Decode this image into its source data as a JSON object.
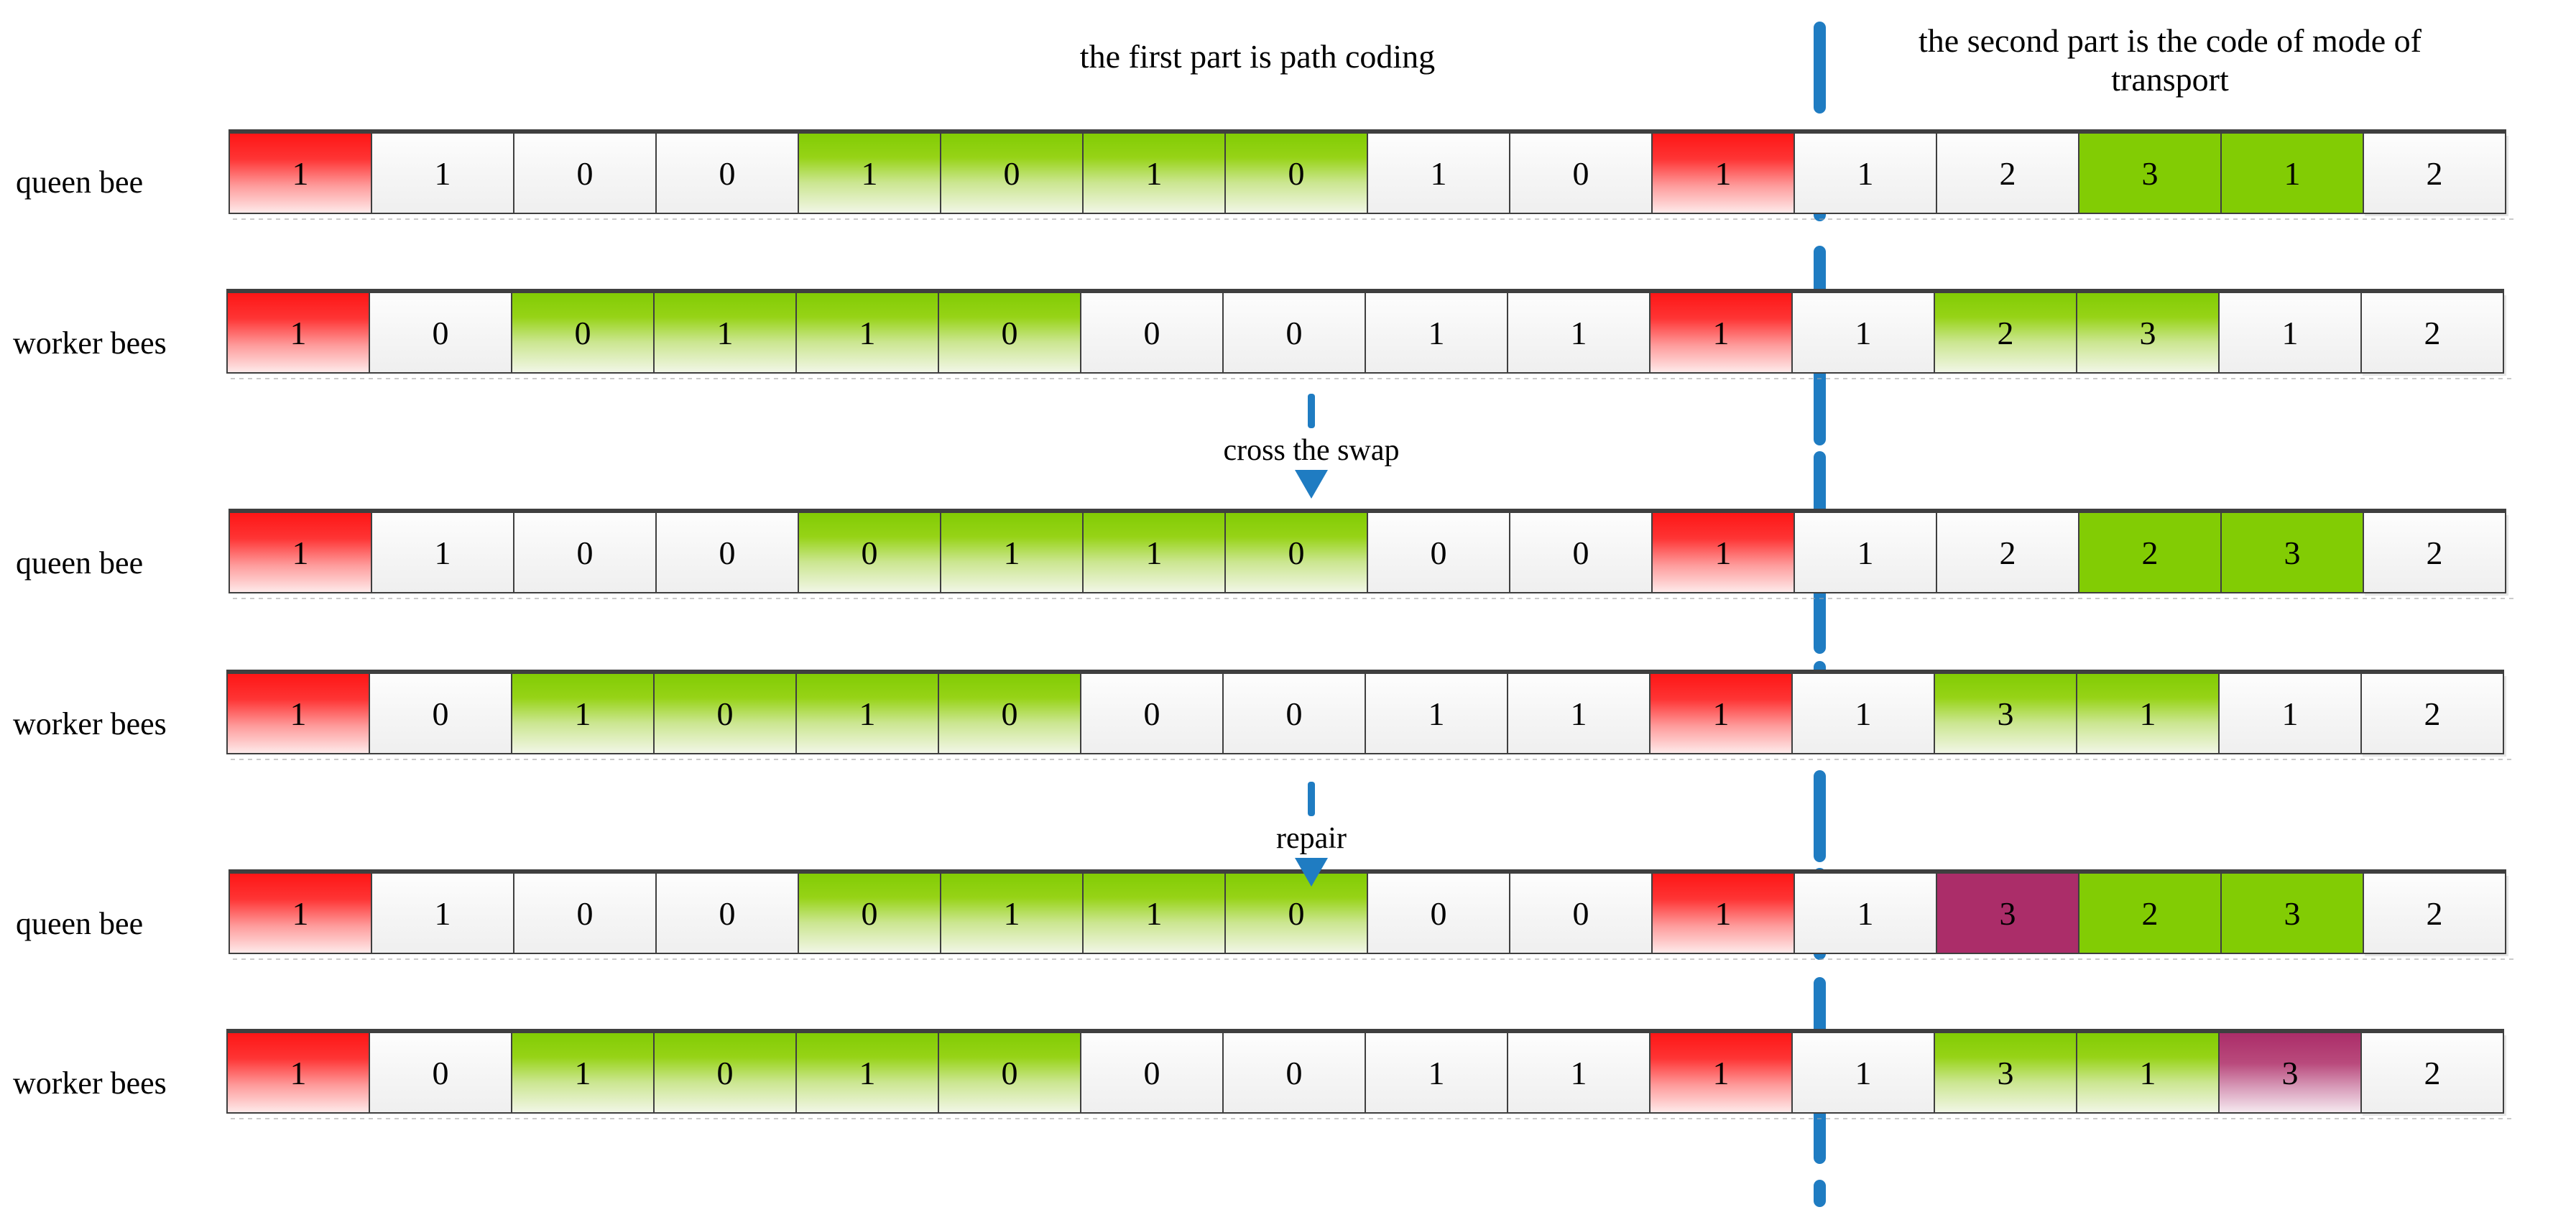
{
  "titles": {
    "first_part": "the first part is path coding",
    "second_part": "the second part is the code of mode of transport"
  },
  "steps": [
    {
      "label": "cross the swap"
    },
    {
      "label": "repair"
    }
  ],
  "colors": {
    "red": "#fe1616",
    "green": "#82cc04",
    "magenta": "#ab2d69",
    "divider_blue": "#1f7cc2",
    "cell_border": "#3f3f3f"
  },
  "rows": [
    {
      "label": "queen bee",
      "cells": [
        {
          "value": "1",
          "fill": "red"
        },
        {
          "value": "1",
          "fill": "white"
        },
        {
          "value": "0",
          "fill": "white"
        },
        {
          "value": "0",
          "fill": "white"
        },
        {
          "value": "1",
          "fill": "green"
        },
        {
          "value": "0",
          "fill": "green"
        },
        {
          "value": "1",
          "fill": "green"
        },
        {
          "value": "0",
          "fill": "green"
        },
        {
          "value": "1",
          "fill": "white"
        },
        {
          "value": "0",
          "fill": "white"
        },
        {
          "value": "1",
          "fill": "red"
        },
        {
          "value": "1",
          "fill": "white"
        },
        {
          "value": "2",
          "fill": "white"
        },
        {
          "value": "3",
          "fill": "green-solid"
        },
        {
          "value": "1",
          "fill": "green-solid"
        },
        {
          "value": "2",
          "fill": "white"
        }
      ]
    },
    {
      "label": "worker bees",
      "cells": [
        {
          "value": "1",
          "fill": "red"
        },
        {
          "value": "0",
          "fill": "white"
        },
        {
          "value": "0",
          "fill": "green"
        },
        {
          "value": "1",
          "fill": "green"
        },
        {
          "value": "1",
          "fill": "green"
        },
        {
          "value": "0",
          "fill": "green"
        },
        {
          "value": "0",
          "fill": "white"
        },
        {
          "value": "0",
          "fill": "white"
        },
        {
          "value": "1",
          "fill": "white"
        },
        {
          "value": "1",
          "fill": "white"
        },
        {
          "value": "1",
          "fill": "red"
        },
        {
          "value": "1",
          "fill": "white"
        },
        {
          "value": "2",
          "fill": "green"
        },
        {
          "value": "3",
          "fill": "green"
        },
        {
          "value": "1",
          "fill": "white"
        },
        {
          "value": "2",
          "fill": "white"
        }
      ]
    },
    {
      "label": "queen bee",
      "cells": [
        {
          "value": "1",
          "fill": "red"
        },
        {
          "value": "1",
          "fill": "white"
        },
        {
          "value": "0",
          "fill": "white"
        },
        {
          "value": "0",
          "fill": "white"
        },
        {
          "value": "0",
          "fill": "green"
        },
        {
          "value": "1",
          "fill": "green"
        },
        {
          "value": "1",
          "fill": "green"
        },
        {
          "value": "0",
          "fill": "green"
        },
        {
          "value": "0",
          "fill": "white"
        },
        {
          "value": "0",
          "fill": "white"
        },
        {
          "value": "1",
          "fill": "red"
        },
        {
          "value": "1",
          "fill": "white"
        },
        {
          "value": "2",
          "fill": "white"
        },
        {
          "value": "2",
          "fill": "green-solid"
        },
        {
          "value": "3",
          "fill": "green-solid"
        },
        {
          "value": "2",
          "fill": "white"
        }
      ]
    },
    {
      "label": "worker bees",
      "cells": [
        {
          "value": "1",
          "fill": "red"
        },
        {
          "value": "0",
          "fill": "white"
        },
        {
          "value": "1",
          "fill": "green"
        },
        {
          "value": "0",
          "fill": "green"
        },
        {
          "value": "1",
          "fill": "green"
        },
        {
          "value": "0",
          "fill": "green"
        },
        {
          "value": "0",
          "fill": "white"
        },
        {
          "value": "0",
          "fill": "white"
        },
        {
          "value": "1",
          "fill": "white"
        },
        {
          "value": "1",
          "fill": "white"
        },
        {
          "value": "1",
          "fill": "red"
        },
        {
          "value": "1",
          "fill": "white"
        },
        {
          "value": "3",
          "fill": "green"
        },
        {
          "value": "1",
          "fill": "green"
        },
        {
          "value": "1",
          "fill": "white"
        },
        {
          "value": "2",
          "fill": "white"
        }
      ]
    },
    {
      "label": "queen bee",
      "cells": [
        {
          "value": "1",
          "fill": "red"
        },
        {
          "value": "1",
          "fill": "white"
        },
        {
          "value": "0",
          "fill": "white"
        },
        {
          "value": "0",
          "fill": "white"
        },
        {
          "value": "0",
          "fill": "green"
        },
        {
          "value": "1",
          "fill": "green"
        },
        {
          "value": "1",
          "fill": "green"
        },
        {
          "value": "0",
          "fill": "green"
        },
        {
          "value": "0",
          "fill": "white"
        },
        {
          "value": "0",
          "fill": "white"
        },
        {
          "value": "1",
          "fill": "red"
        },
        {
          "value": "1",
          "fill": "white"
        },
        {
          "value": "3",
          "fill": "magenta-solid"
        },
        {
          "value": "2",
          "fill": "green-solid"
        },
        {
          "value": "3",
          "fill": "green-solid"
        },
        {
          "value": "2",
          "fill": "white"
        }
      ]
    },
    {
      "label": "worker bees",
      "cells": [
        {
          "value": "1",
          "fill": "red"
        },
        {
          "value": "0",
          "fill": "white"
        },
        {
          "value": "1",
          "fill": "green"
        },
        {
          "value": "0",
          "fill": "green"
        },
        {
          "value": "1",
          "fill": "green"
        },
        {
          "value": "0",
          "fill": "green"
        },
        {
          "value": "0",
          "fill": "white"
        },
        {
          "value": "0",
          "fill": "white"
        },
        {
          "value": "1",
          "fill": "white"
        },
        {
          "value": "1",
          "fill": "white"
        },
        {
          "value": "1",
          "fill": "red"
        },
        {
          "value": "1",
          "fill": "white"
        },
        {
          "value": "3",
          "fill": "green"
        },
        {
          "value": "1",
          "fill": "green"
        },
        {
          "value": "3",
          "fill": "magenta"
        },
        {
          "value": "2",
          "fill": "white"
        }
      ]
    }
  ]
}
